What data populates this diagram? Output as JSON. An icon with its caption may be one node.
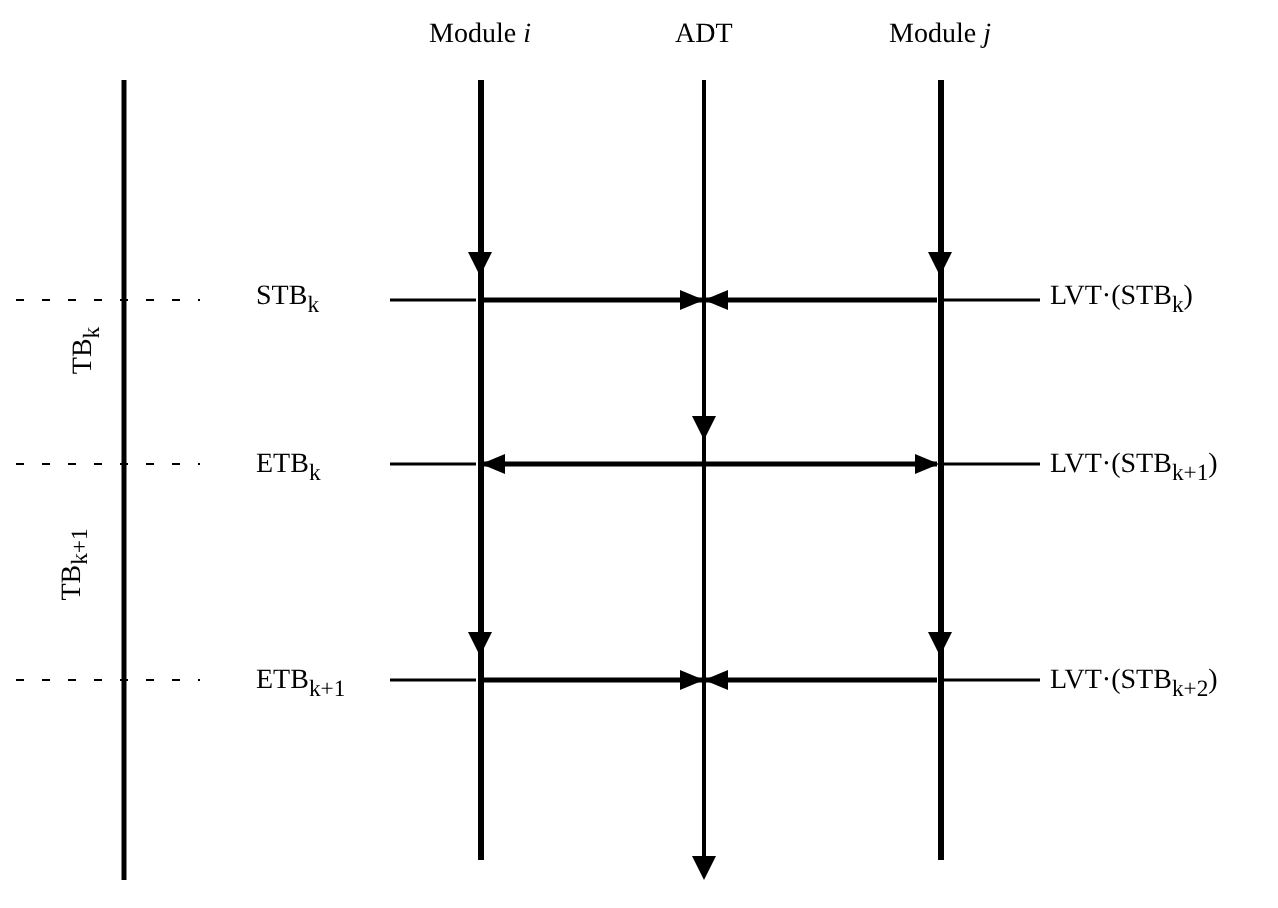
{
  "diagram": {
    "nodes": [
      {
        "text": [],
        "shape": "bar",
        "beside": [
          "Module *i*"
        ]
      },
      {
        "text": [],
        "shape": "bar",
        "beside": [
          "ADT"
        ]
      },
      {
        "text": [],
        "shape": "bar",
        "beside": [
          "Module *j*"
        ]
      }
    ],
    "edges": [
      {
        "from": 0,
        "to": 1,
        "arrow": "to"
      },
      {
        "from": 2,
        "to": 1,
        "arrow": "to"
      },
      {
        "from": 1,
        "to": 0,
        "arrow": "to"
      },
      {
        "from": 1,
        "to": 2,
        "arrow": "to"
      },
      {
        "from": 0,
        "to": 1,
        "arrow": "to"
      },
      {
        "from": 2,
        "to": 1,
        "arrow": "to"
      }
    ],
    "labels": [
      "STB$_{k}$",
      "LVT·(STB$_{k}$)",
      "TB$_{k}$",
      "ETB$_{k}$",
      "LVT·(STB$_{k+1}$)",
      "TB$_{k+1}$",
      "ETB$_{k+1}$",
      "LVT·(STB$_{k+2}$)"
    ]
  }
}
